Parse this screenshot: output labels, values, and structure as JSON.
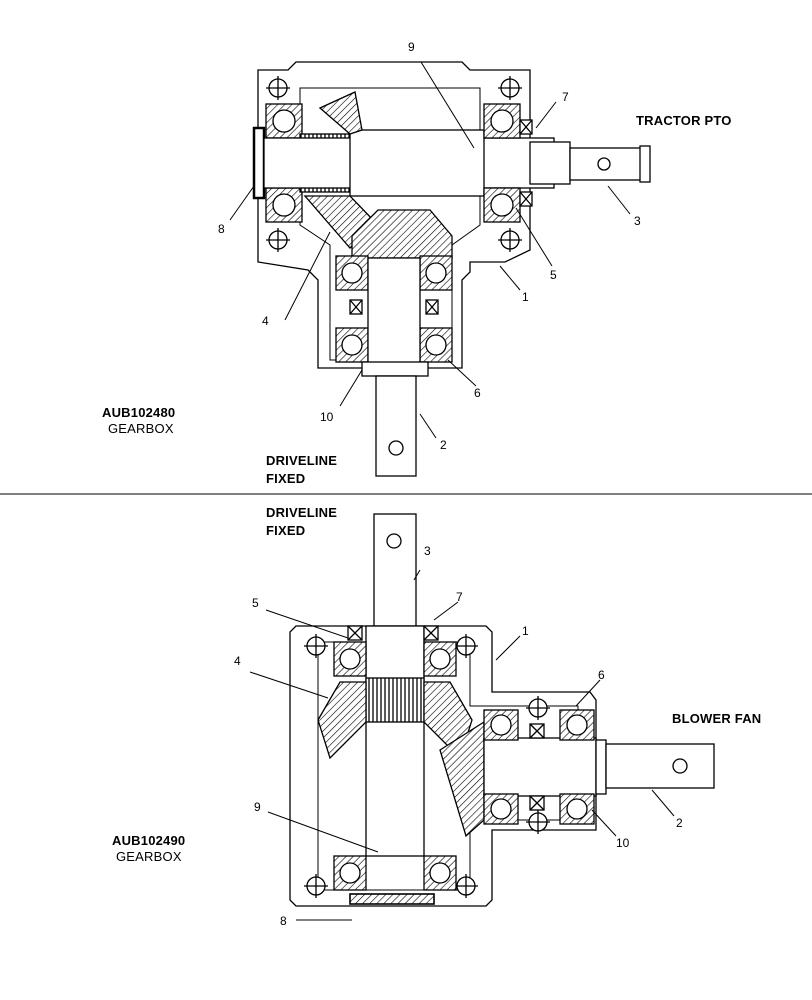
{
  "top_gearbox": {
    "model": "AUB102480",
    "name": "GEARBOX",
    "input_label": "TRACTOR  PTO",
    "output_label_line1": "DRIVELINE",
    "output_label_line2": "FIXED",
    "callouts": [
      "1",
      "2",
      "3",
      "4",
      "5",
      "6",
      "7",
      "8",
      "9",
      "10"
    ]
  },
  "bottom_gearbox": {
    "model": "AUB102490",
    "name": "GEARBOX",
    "input_label_line1": "DRIVELINE",
    "input_label_line2": "FIXED",
    "output_label": "BLOWER FAN",
    "callouts": [
      "1",
      "2",
      "3",
      "4",
      "5",
      "6",
      "7",
      "8",
      "9",
      "10"
    ]
  }
}
